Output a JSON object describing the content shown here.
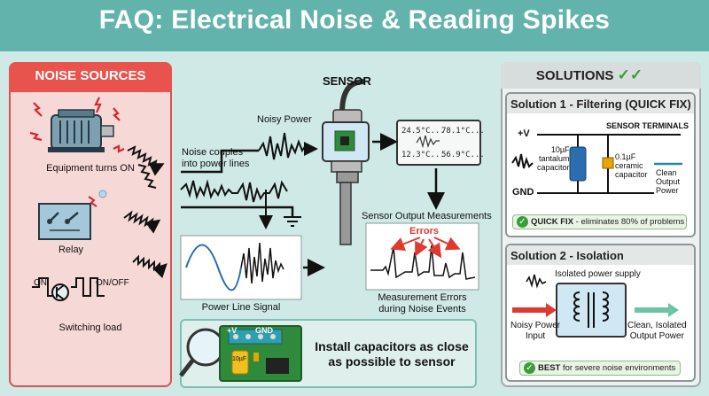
{
  "title": "FAQ: Electrical Noise & Reading Spikes",
  "noise_sources": {
    "heading": "NOISE SOURCES",
    "items": [
      {
        "label": "Equipment turns ON",
        "icon": "motor-icon"
      },
      {
        "label": "Relay",
        "icon": "relay-icon"
      },
      {
        "label": "Switching load",
        "icon": "transistor-icon",
        "tag_on": "ON",
        "tag_onoff": "ON/OFF"
      }
    ]
  },
  "middle": {
    "sensor_label": "SENSOR",
    "noisy_power": "Noisy Power",
    "noise_couples": "Noise couples\ninto power lines",
    "readings": [
      "24.5°C...",
      "78.1°C...",
      "12.3°C...",
      "56.9°C..."
    ],
    "sensor_output_label": "Sensor Output Measurements",
    "errors_label": "Errors",
    "measurement_errors": "Measurement Errors\nduring Noise Events",
    "power_line_signal": "Power Line Signal",
    "install_tip": "Install capacitors as close as possible to sensor",
    "board_labels": {
      "vplus": "+V",
      "gnd": "GND",
      "cap": "10µF"
    }
  },
  "solutions": {
    "heading": "SOLUTIONS",
    "solution1": {
      "title": "Solution 1 - Filtering (QUICK FIX)",
      "plus_v": "+V",
      "gnd": "GND",
      "sensor_terminals": "SENSOR TERMINALS",
      "cap1": "10µF\ntantalum\ncapacitor",
      "cap2": "0.1µF\nceramic\ncapacitor",
      "clean_output": "Clean\nOutput\nPower",
      "badge_bold": "QUICK FIX",
      "badge_rest": " - eliminates 80% of problems"
    },
    "solution2": {
      "title": "Solution 2 - Isolation",
      "isolated_supply": "Isolated power supply",
      "noisy_input": "Noisy Power\nInput",
      "clean_output": "Clean, Isolated\nOutput Power",
      "badge_bold": "BEST",
      "badge_rest": " for severe noise environments"
    }
  },
  "colors": {
    "teal": "#63b3ad",
    "red": "#e8534e",
    "green": "#3a9d3a",
    "bg": "#cfe9e6"
  }
}
